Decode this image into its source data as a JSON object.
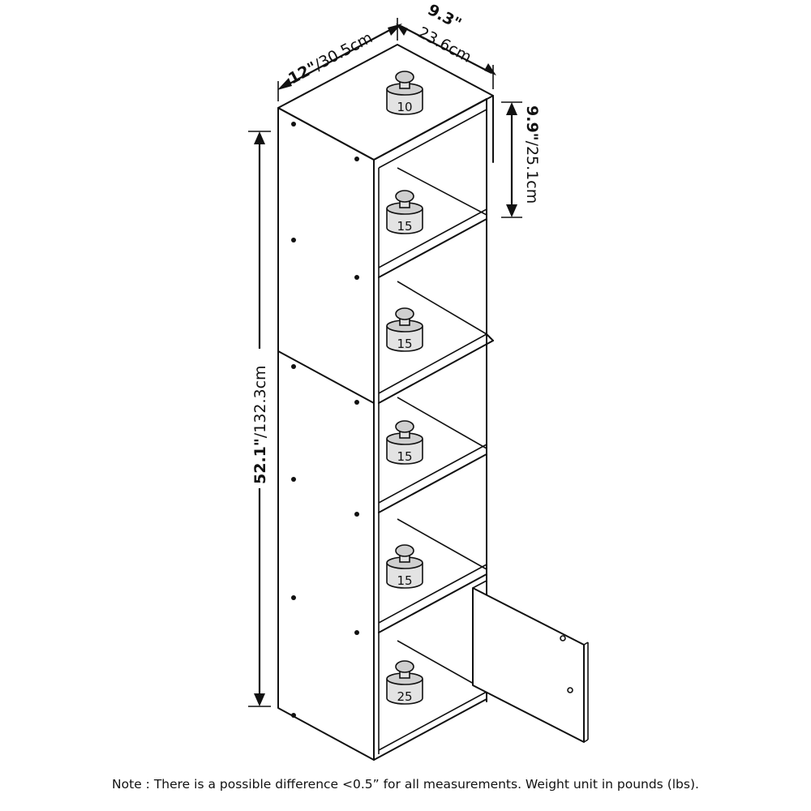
{
  "dimensions": {
    "width": {
      "inches": "12\"",
      "cm": "/30.5cm"
    },
    "depth": {
      "inches": "9.3\"",
      "cm": "23.6cm"
    },
    "height": {
      "inches": "52.1\"",
      "cm": "/132.3cm"
    },
    "shelf_height": {
      "inches": "9.9\"",
      "cm": "/25.1cm"
    }
  },
  "weights": [
    {
      "shelf": "top",
      "label": "10"
    },
    {
      "shelf": "cubby-1",
      "label": "15"
    },
    {
      "shelf": "cubby-2",
      "label": "15"
    },
    {
      "shelf": "cubby-3",
      "label": "15"
    },
    {
      "shelf": "cubby-4",
      "label": "15"
    },
    {
      "shelf": "cabinet",
      "label": "25"
    }
  ],
  "note": "Note : There is a possible difference <0.5” for all measurements. Weight unit in pounds (lbs)."
}
